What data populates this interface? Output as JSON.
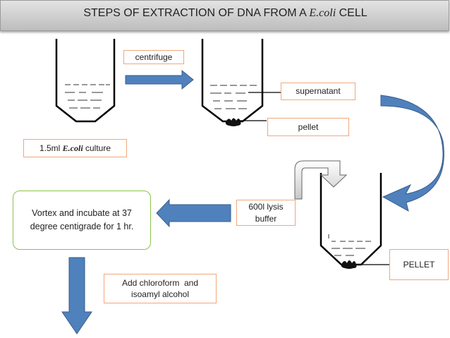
{
  "title": {
    "prefix": "STEPS OF EXTRACTION OF DNA FROM A ",
    "organism": "E.coli",
    "suffix": " CELL"
  },
  "labels": {
    "centrifuge": "centrifuge",
    "supernatant": "supernatant",
    "pellet": "pellet",
    "culture_prefix": "1.5ml ",
    "culture_organism": "E.coli",
    "culture_suffix": " culture",
    "lysis_line1": "600l lysis",
    "lysis_line2": "buffer",
    "pellet_upper": "PELLET",
    "vortex_line1": "Vortex and incubate at 37",
    "vortex_line2": "degree centigrade for 1 hr.",
    "chloroform_line1": "Add chloroform  and",
    "chloroform_line2": "isoamyl alcohol"
  },
  "colors": {
    "arrow_blue": "#4f81bd",
    "box_border_orange": "#f0a77d",
    "box_border_green": "#8bc34a",
    "title_bg": "#d0d0d0"
  }
}
